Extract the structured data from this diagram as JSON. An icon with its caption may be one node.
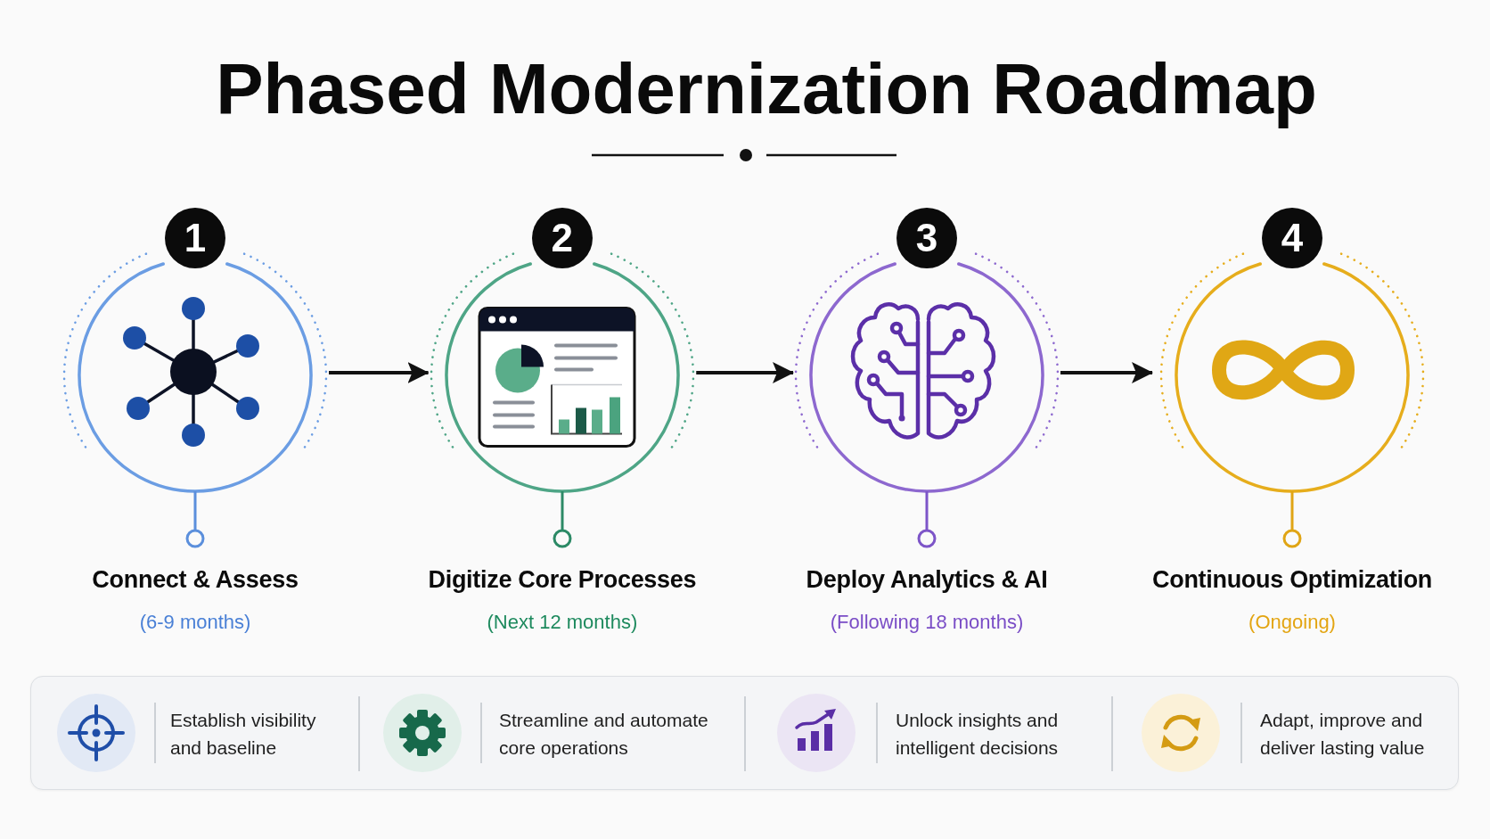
{
  "diagram": {
    "title": "Phased Modernization Roadmap",
    "nodes": [
      {
        "text": [
          "1",
          "Connect & Assess"
        ],
        "beside": [
          "(6-9 months)"
        ]
      },
      {
        "text": [
          "2",
          "Digitize Core Processes"
        ],
        "beside": [
          "(Next 12 months)"
        ]
      },
      {
        "text": [
          "3",
          "Deploy Analytics & AI"
        ],
        "beside": [
          "(Following 18 months)"
        ]
      },
      {
        "text": [
          "4",
          "Continuous Optimization"
        ],
        "beside": [
          "(Ongoing)"
        ]
      },
      {
        "text": [
          "Establish visibility and baseline",
          "Streamline and automate core operations",
          "Unlock insights and intelligent decisions",
          "Adapt, improve and deliver lasting value"
        ]
      }
    ],
    "edges": [
      {
        "from": 0,
        "to": 1,
        "arrow": "to"
      },
      {
        "from": 1,
        "to": 2,
        "arrow": "to"
      },
      {
        "from": 2,
        "to": 3,
        "arrow": "to"
      }
    ]
  }
}
